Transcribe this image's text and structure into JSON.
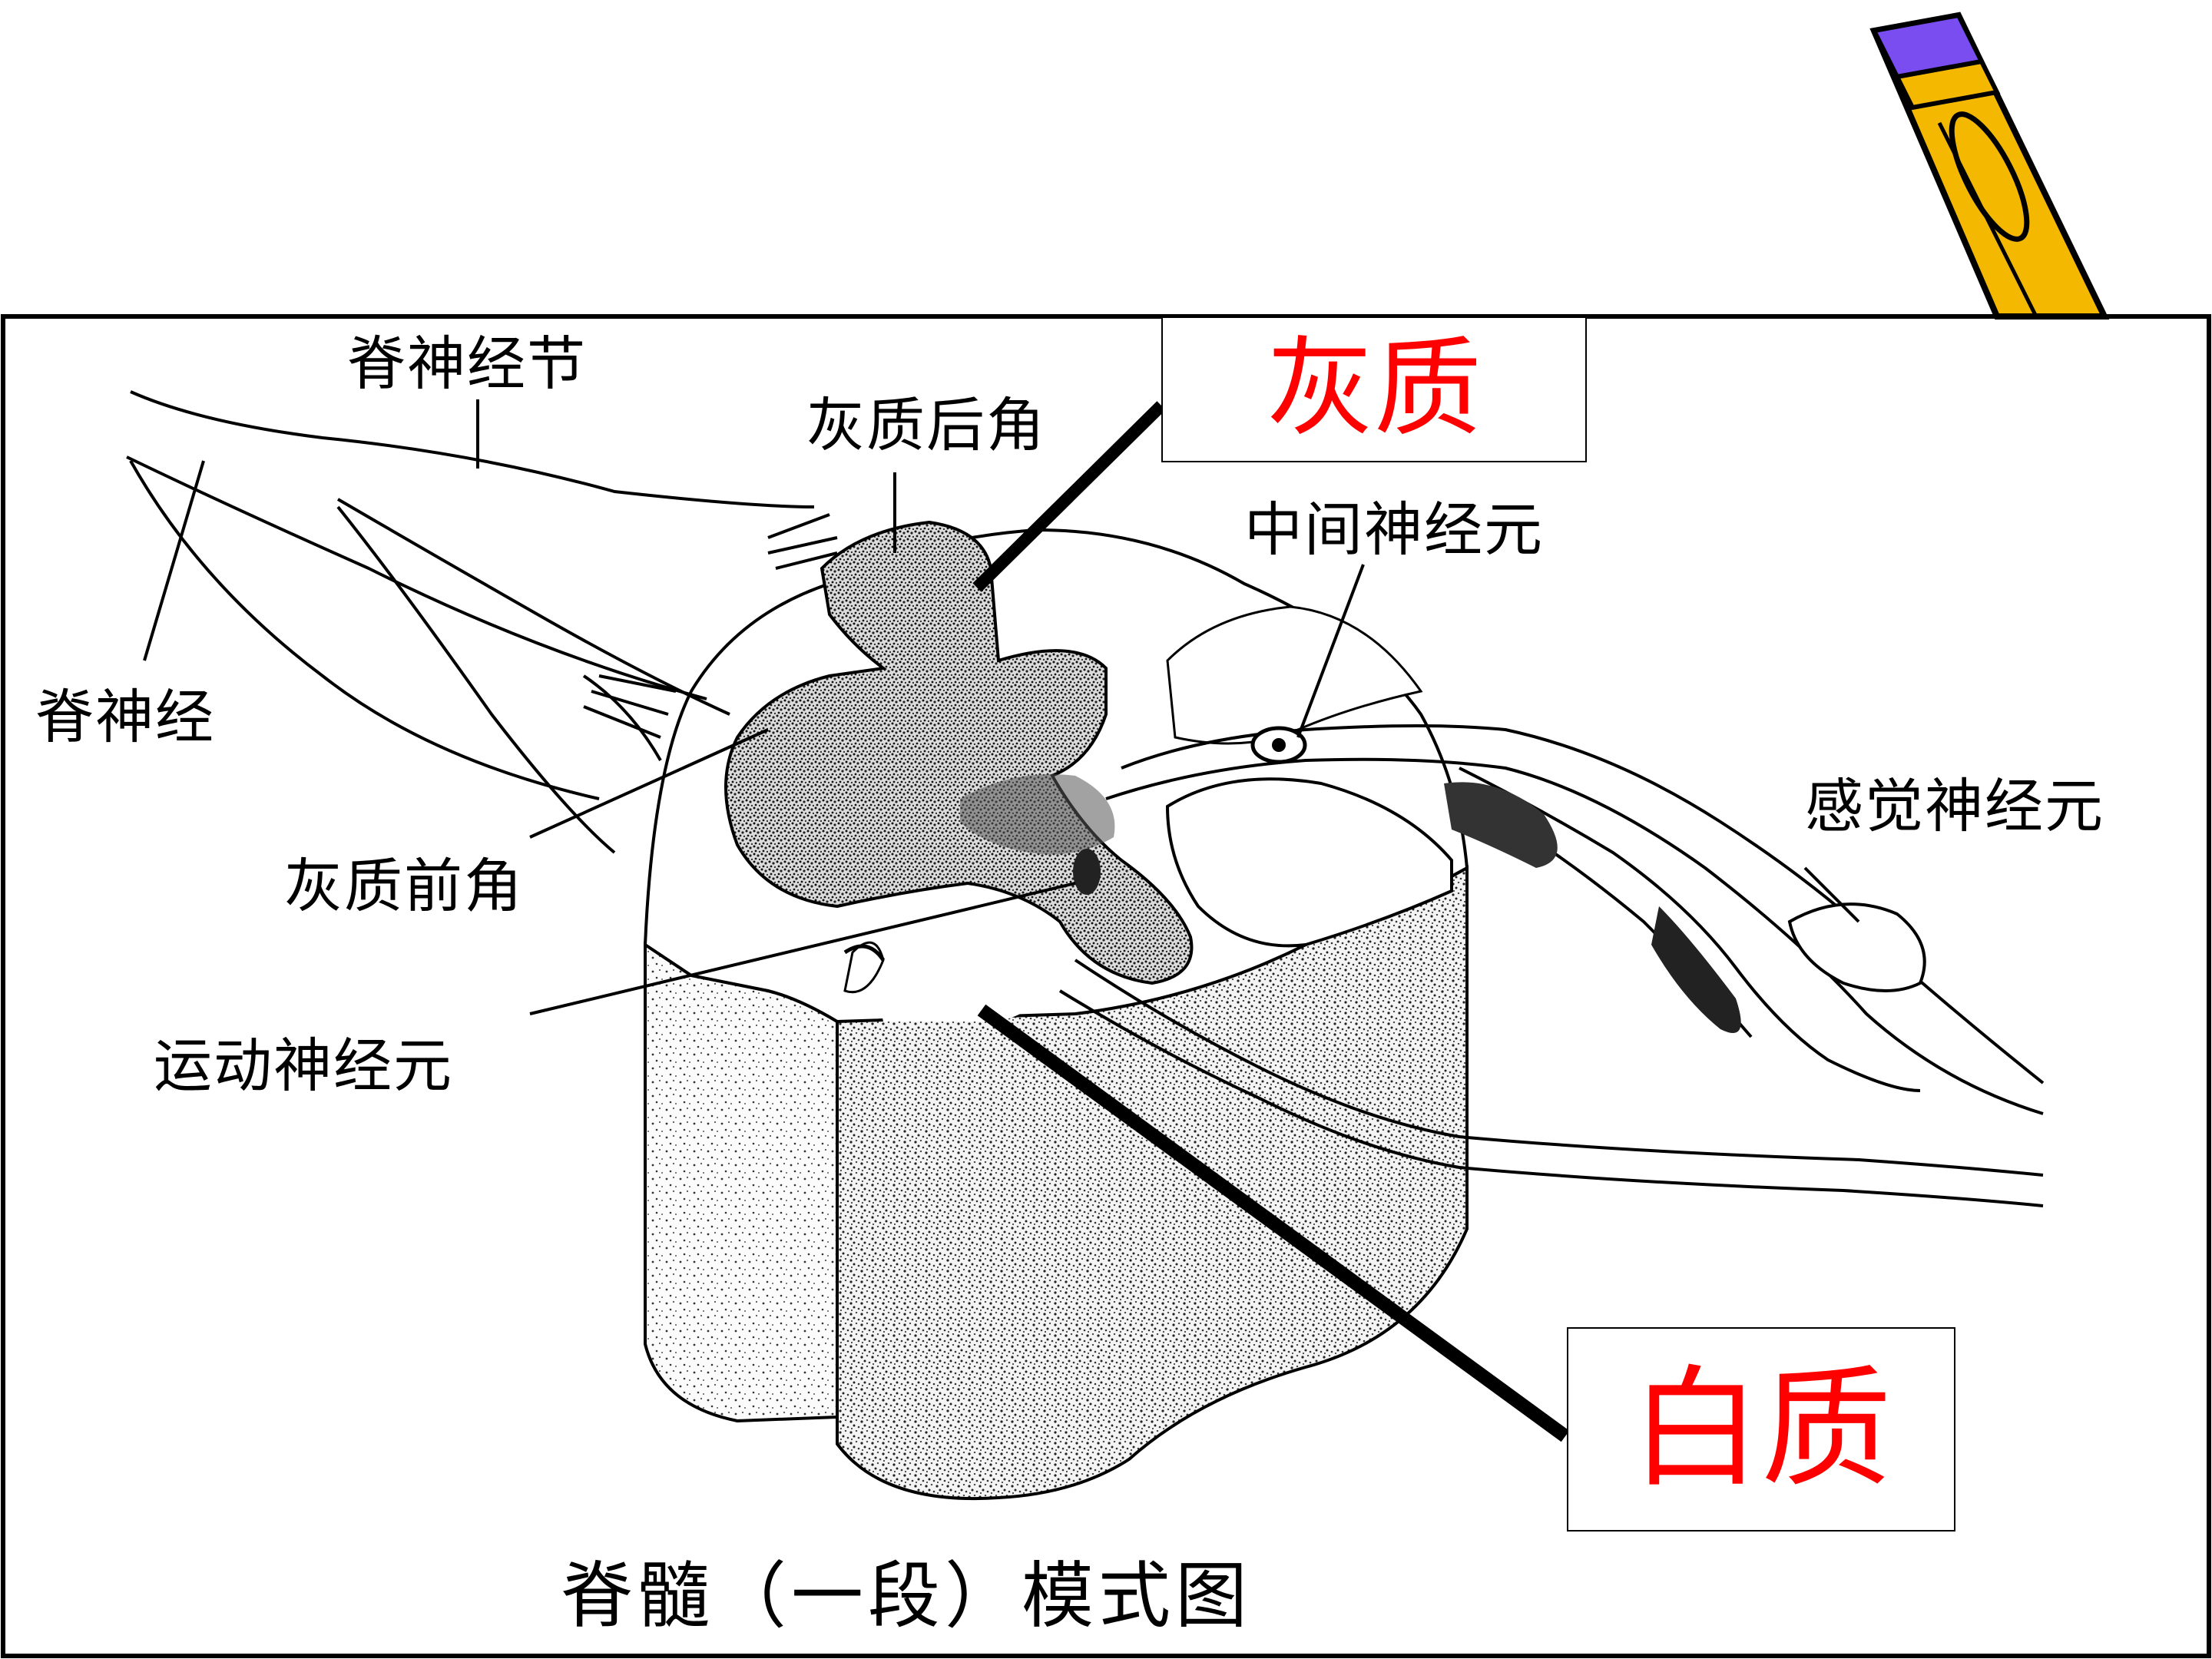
{
  "diagram": {
    "caption": "脊髓（一段）模式图",
    "labels": {
      "spinal_ganglion": "脊神经节",
      "spinal_nerve": "脊神经",
      "dorsal_horn": "灰质后角",
      "ventral_horn": "灰质前角",
      "motor_neuron": "运动神经元",
      "interneuron": "中间神经元",
      "sensory_neuron": "感觉神经元"
    },
    "callouts": {
      "gray_matter": "灰质",
      "white_matter": "白质"
    }
  },
  "colors": {
    "callout_text": "#ff0000",
    "pencil_body": "#f5b800",
    "pencil_eraser": "#7a4df0",
    "line": "#000000"
  },
  "icons": [
    "pencil-icon"
  ]
}
